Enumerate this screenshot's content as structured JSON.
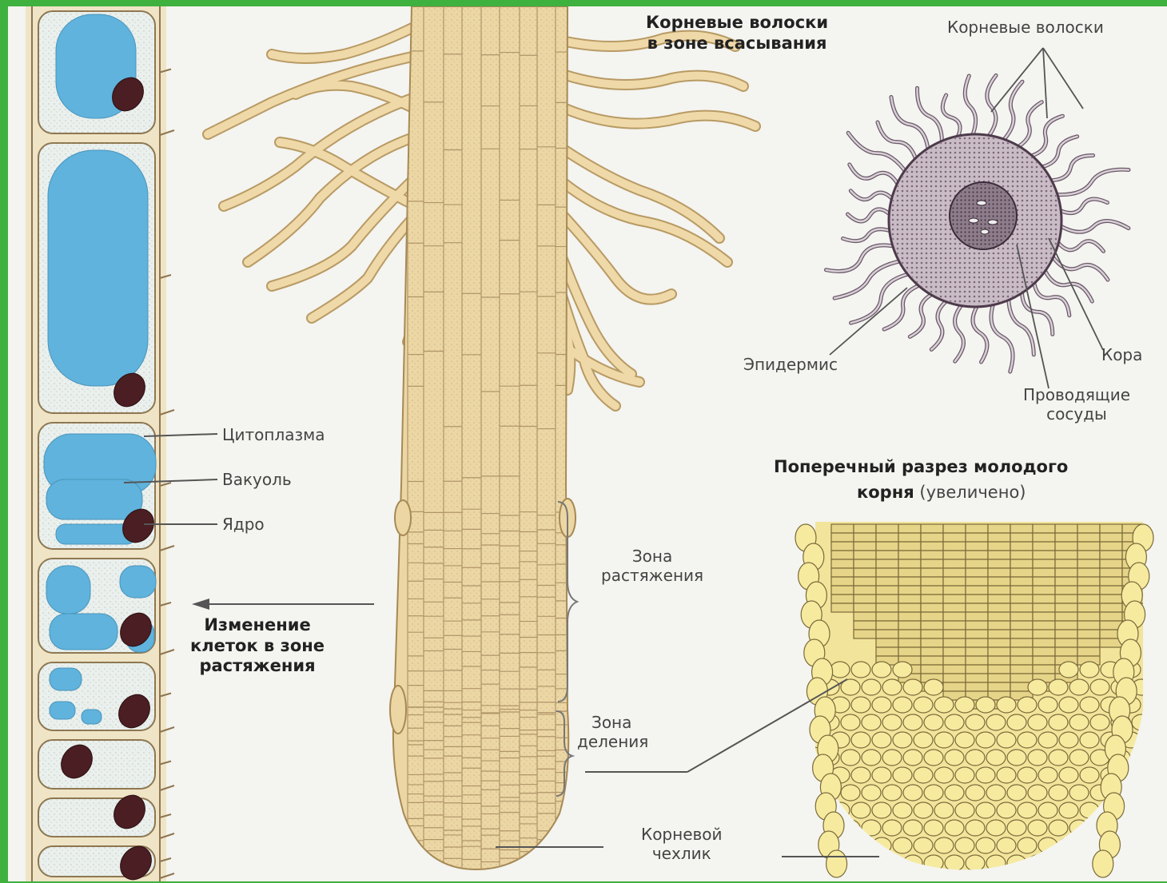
{
  "labels": {
    "hairs_absorption": [
      "Корневые волоски",
      "в зоне всасывания"
    ],
    "hairs_top_right": "Корневые волоски",
    "epidermis": "Эпидермис",
    "cortex": "Кора",
    "vessels": [
      "Проводящие",
      "сосуды"
    ],
    "cytoplasm": "Цитоплазма",
    "vacuole": "Вакуоль",
    "nucleus": "Ядро",
    "change_cells": [
      "Изменение",
      "клеток в зоне",
      "растяжения"
    ],
    "zone_elongation": [
      "Зона",
      "растяжения"
    ],
    "zone_division": [
      "Зона",
      "деления"
    ],
    "cross_section_bold": "Поперечный разрез молодого",
    "cross_section_bold2": "корня",
    "cross_section_note": " (увеличено)",
    "root_cap": [
      "Корневой",
      "чехлик"
    ]
  },
  "colors": {
    "frame": "#3fb13f",
    "paper": "#f4f4f0",
    "root_tan": "#ecd7a4",
    "root_line": "#b89a64",
    "vacuole_blue": "#5fb3dc",
    "nucleus_brown": "#4a1e22",
    "section_purple": "#6e5a6a",
    "cap_yellow": "#f3e69a"
  }
}
